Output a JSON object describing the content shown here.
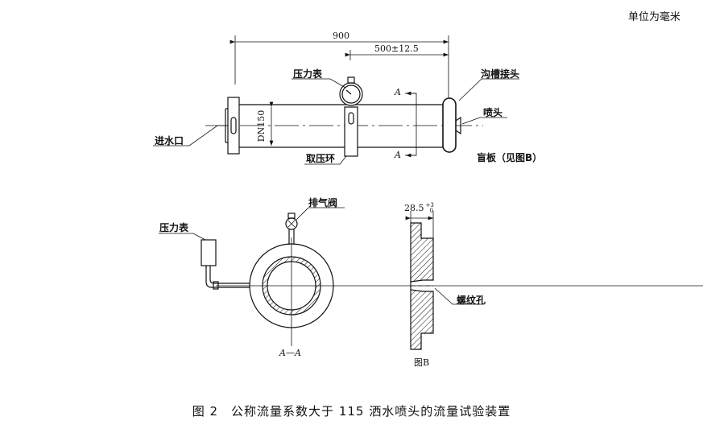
{
  "unit_note": "单位为毫米",
  "top_view": {
    "dim_total": "900",
    "dim_partial": "500±12.5",
    "pressure_gauge": "压力表",
    "groove_joint": "沟槽接头",
    "nozzle": "喷头",
    "inlet": "进水口",
    "pressure_ring": "取压环",
    "blind_plate": "盲板（见图B）",
    "pipe_size": "DN150",
    "section_mark": "A"
  },
  "section_view": {
    "pressure_gauge": "压力表",
    "vent_valve": "排气阀",
    "section_label": "A—A"
  },
  "detail_b": {
    "dim_thickness": "28.5",
    "tolerance_upper": "+3",
    "tolerance_lower": "0",
    "threaded_hole": "螺纹孔",
    "label": "图B"
  },
  "caption": "图 2　公称流量系数大于 115 洒水喷头的流量试验装置"
}
